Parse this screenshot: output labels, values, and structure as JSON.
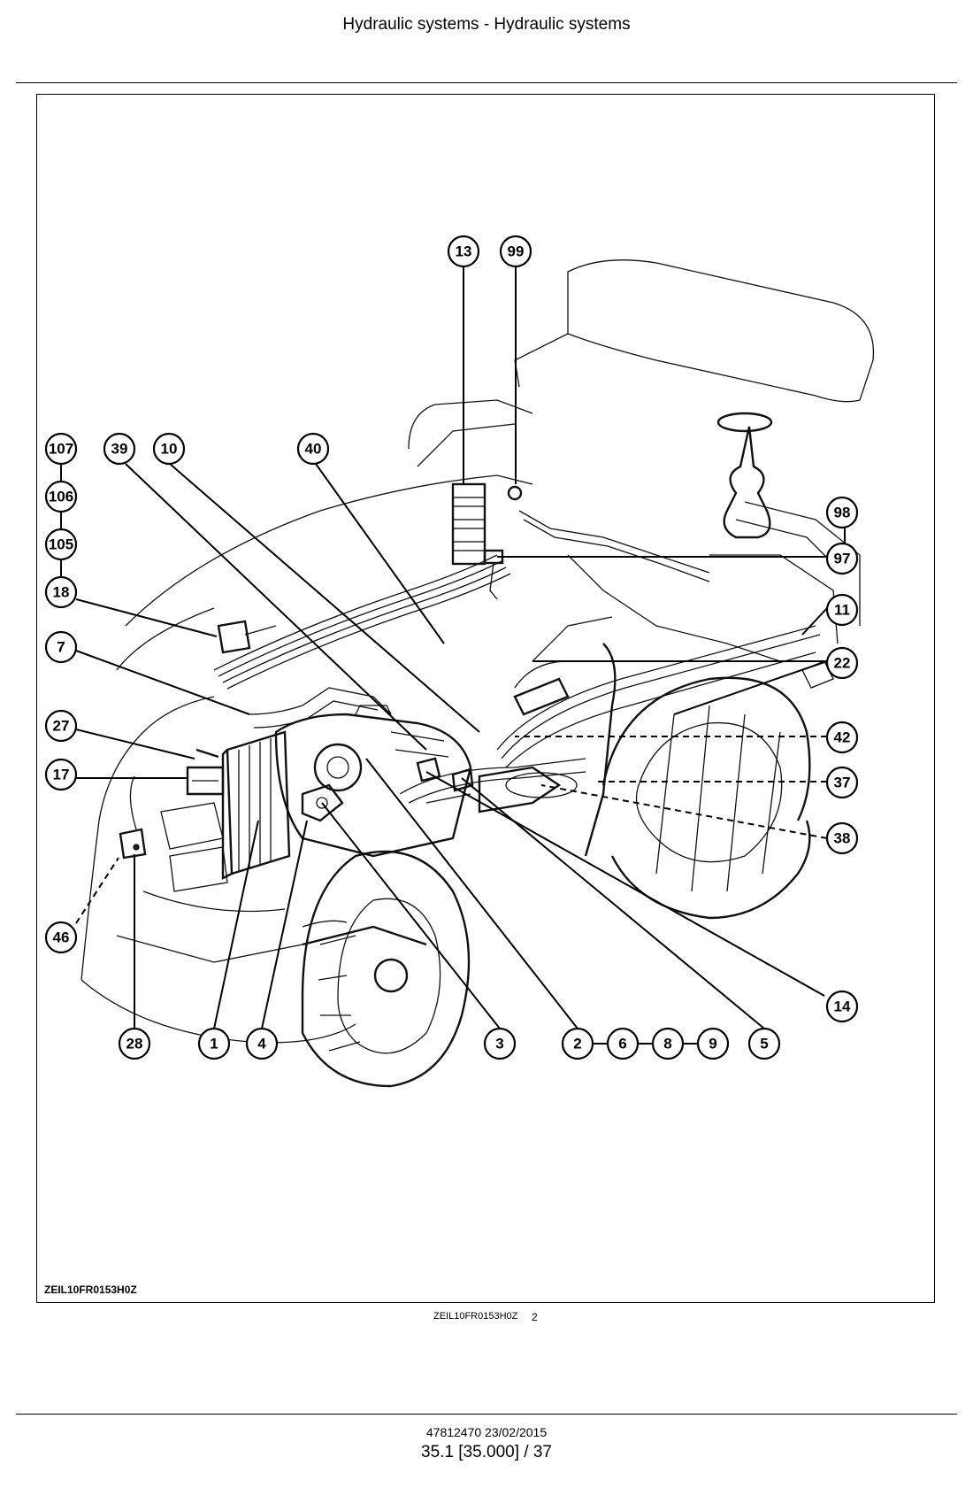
{
  "header": {
    "title": "Hydraulic systems - Hydraulic systems"
  },
  "figure": {
    "frame_code": "ZEIL10FR0153H0Z",
    "caption_code": "ZEIL10FR0153H0Z",
    "caption_number": "2",
    "callouts": [
      "13",
      "99",
      "107",
      "39",
      "10",
      "40",
      "106",
      "105",
      "18",
      "7",
      "27",
      "17",
      "46",
      "28",
      "1",
      "4",
      "3",
      "2",
      "6",
      "8",
      "9",
      "5",
      "14",
      "98",
      "97",
      "11",
      "22",
      "42",
      "37",
      "38"
    ]
  },
  "footer": {
    "reference": "47812470 23/02/2015",
    "page": "35.1 [35.000] / 37"
  }
}
